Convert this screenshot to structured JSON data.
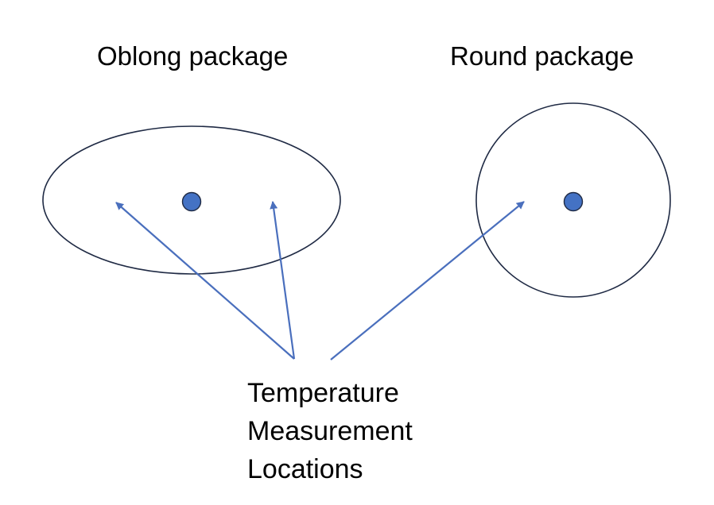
{
  "titles": {
    "oblong": "Oblong package",
    "round": "Round package"
  },
  "caption": {
    "line1": "Temperature",
    "line2": "Measurement",
    "line3": "Locations"
  },
  "colors": {
    "outline": "#1f2a44",
    "dot_fill": "#4472c4",
    "arrow": "#4a6fbd"
  }
}
